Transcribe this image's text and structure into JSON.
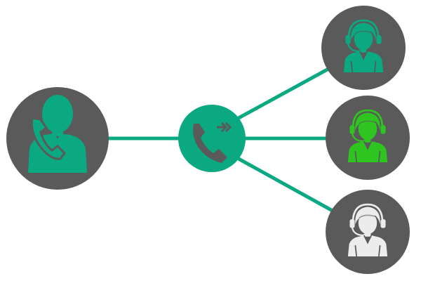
{
  "colors": {
    "background": "#ffffff",
    "node_fill": "#5a5a5a",
    "connector": "#0aa981",
    "caller_icon": "#0aa981",
    "router_fill": "#0aa981",
    "router_icon": "#5a5a5a",
    "agent_top_icon": "#0aa981",
    "agent_mid_icon": "#2fc521",
    "agent_bottom_icon": "#ececec"
  },
  "nodes": {
    "caller": {
      "icon": "caller-phone-icon"
    },
    "router": {
      "icon": "call-forward-icon"
    },
    "agents": [
      {
        "icon": "headset-agent-icon",
        "status": "teal"
      },
      {
        "icon": "headset-agent-icon",
        "status": "green"
      },
      {
        "icon": "headset-agent-icon",
        "status": "light-gray"
      }
    ]
  },
  "links": [
    {
      "from": "caller",
      "to": "router"
    },
    {
      "from": "router",
      "to": "agent-1"
    },
    {
      "from": "router",
      "to": "agent-2"
    },
    {
      "from": "router",
      "to": "agent-3"
    }
  ]
}
